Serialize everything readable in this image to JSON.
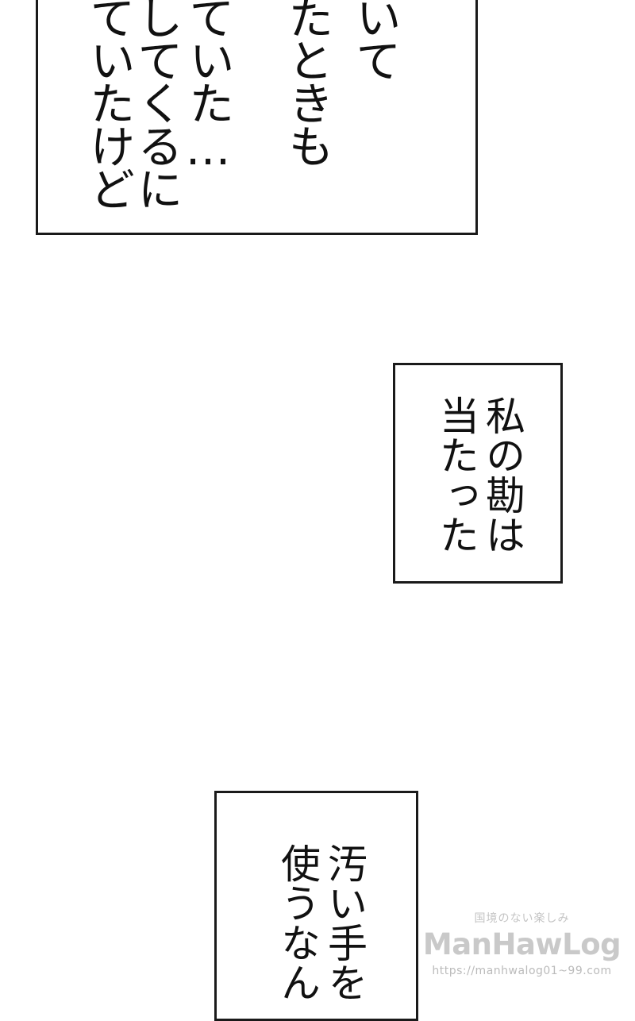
{
  "captions": [
    {
      "columns": [
        "いて",
        "たときも",
        "ていた…",
        "してくるに",
        "ていたけど"
      ]
    },
    {
      "columns": [
        "私の勘は",
        "当たった"
      ]
    },
    {
      "columns": [
        "汚い手を",
        "使うなん"
      ]
    }
  ],
  "watermark": {
    "tagline": "国境のない楽しみ",
    "logo": "ManHawLog",
    "url": "https://manhwalog01~99.com"
  }
}
